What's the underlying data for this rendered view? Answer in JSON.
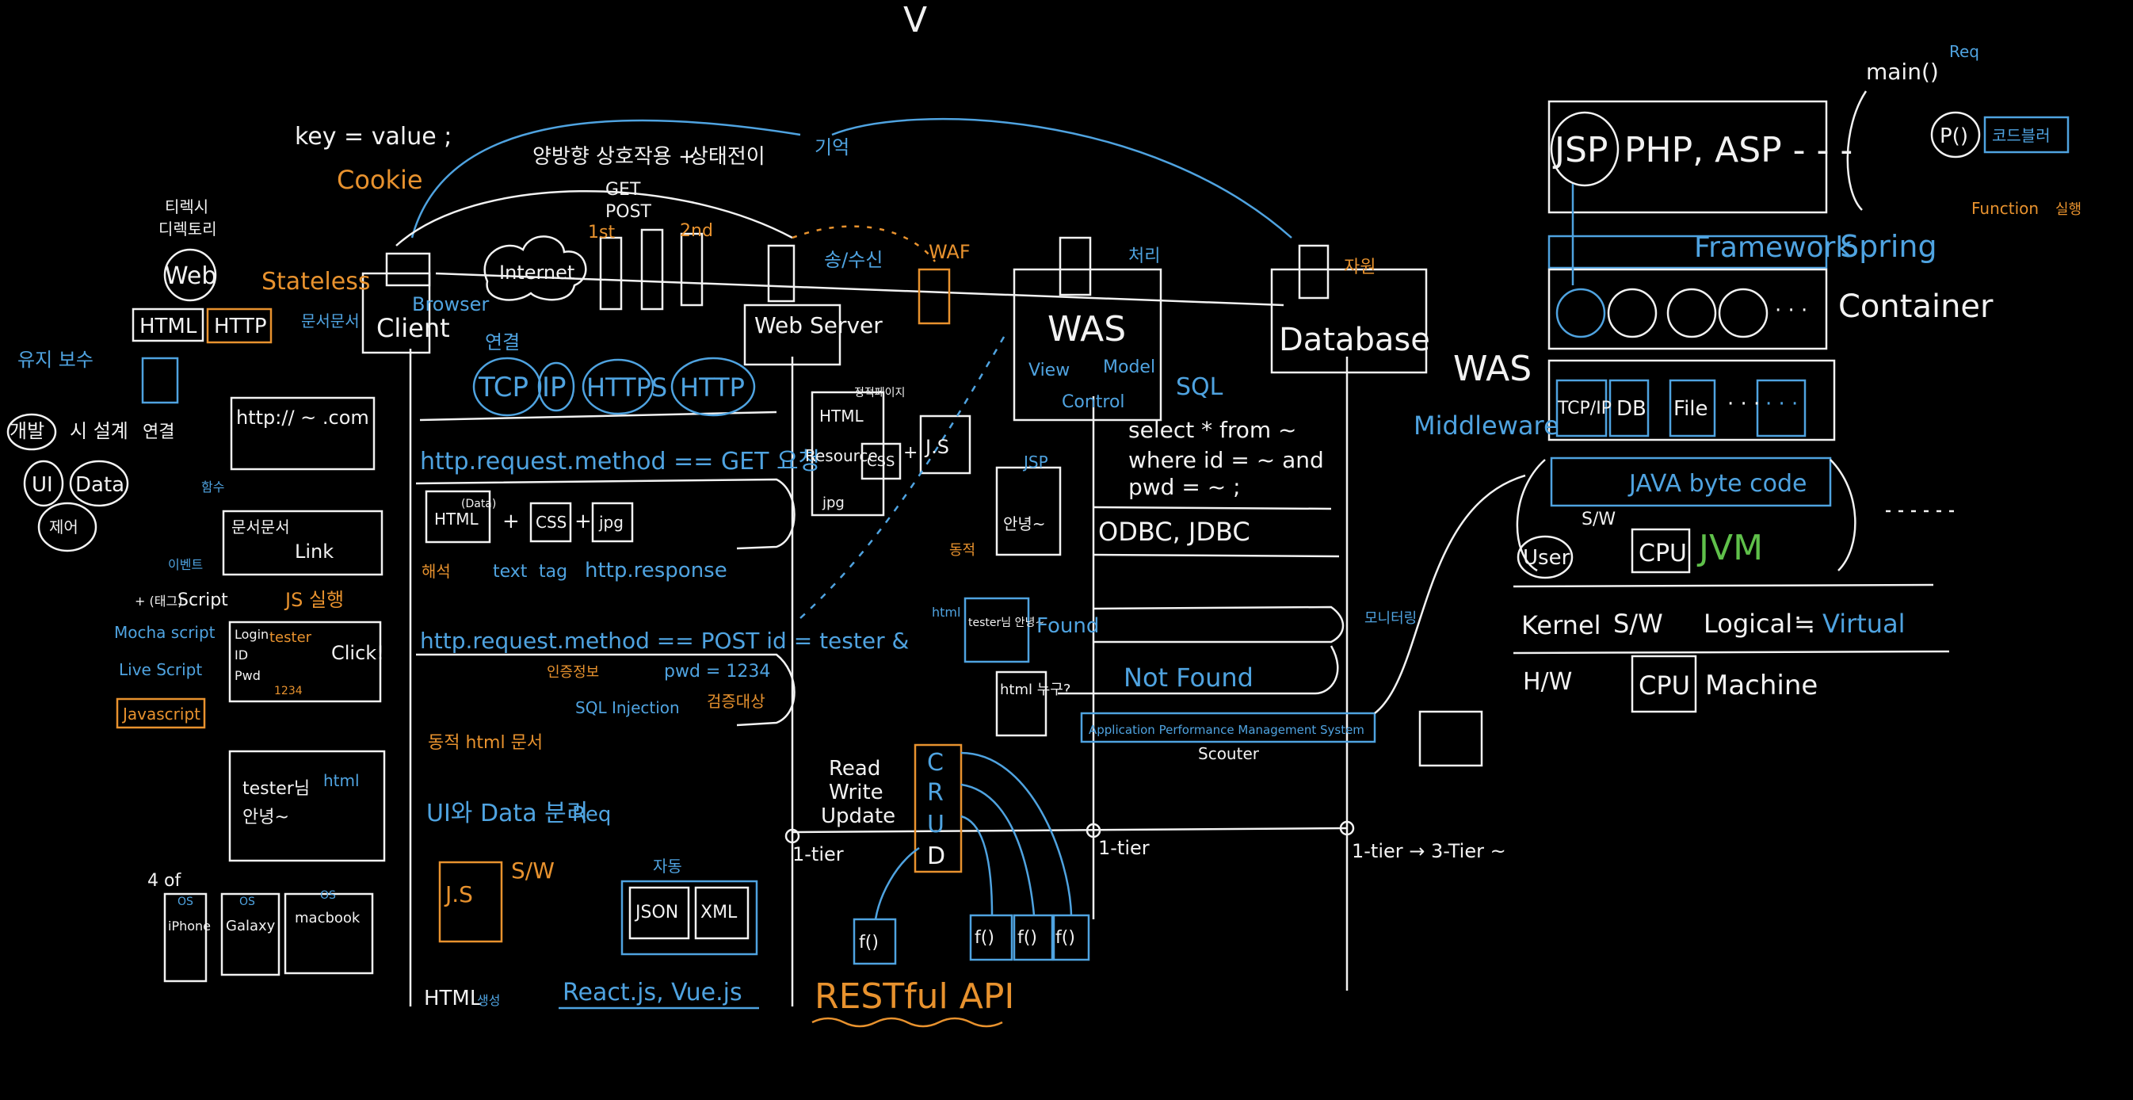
{
  "whiteboard": {
    "top": {
      "keyvalue": "key = value ;",
      "cookie": "Cookie",
      "interaction": "양방향 상호작용 +",
      "state": "상태전이",
      "memory": "기억",
      "get": "GET",
      "post": "POST",
      "first": "1st",
      "second": "2nd",
      "checkmark": "V"
    },
    "left": {
      "dir_top": "티렉시",
      "dir_bottom": "디렉토리",
      "web": "Web",
      "stateless": "Stateless",
      "html": "HTML",
      "http": "HTTP",
      "doc": "문서문서",
      "maint": "유지 보수",
      "dev": "개발",
      "design": "시 설계",
      "link": "연결",
      "ui": "UI",
      "data": "Data",
      "control": "제어",
      "mocha": "Mocha script",
      "live": "Live Script",
      "javascript": "Javascript",
      "script": "Script",
      "plus_tag": "+ (태그)",
      "func": "함수",
      "event": "이벤트"
    },
    "browser": {
      "url": "http:// ~ .com",
      "doc_label": "문서문서",
      "link": "Link",
      "js_exec": "JS 실행",
      "login": "Login",
      "id": "ID",
      "pwd": "Pwd",
      "tester": "tester",
      "click": "Click!",
      "num": "1234",
      "result_top": "tester님",
      "result_bottom": "안녕~",
      "result_tag": "html",
      "counter": "4 of",
      "phone": "iPhone",
      "galaxy": "Galaxy",
      "macbook": "macbook",
      "os_label": "OS",
      "html_label": "HTML",
      "html_badge": "생성"
    },
    "nodes": {
      "client": "Client",
      "browser": "Browser",
      "internet": "Internet",
      "web_server": "Web Server",
      "send_recv": "송/수신",
      "waf": "WAF",
      "was": "WAS",
      "was_tag": "처리",
      "view": "View",
      "model": "Model",
      "control": "Control",
      "database": "Database",
      "db_tag": "자원"
    },
    "protocols": {
      "link": "연결",
      "tcp": "TCP",
      "ip": "IP",
      "https": "HTTPS",
      "http": "HTTP"
    },
    "flows": {
      "get_req": "http.request.method == GET 요청",
      "html_data": "HTML",
      "data_tag": "(Data)",
      "css": "CSS",
      "jpg": "jpg",
      "parse": "해석",
      "text": "text",
      "tag": "tag",
      "response": "http.response",
      "post_req": "http.request.method == POST id = tester &",
      "pwd": "pwd = 1234",
      "sql_injection": "SQL Injection",
      "auth": "인증정보",
      "verify": "검증대상",
      "dyn_html": "동적 html 문서",
      "separation": "UI와 Data 분리",
      "req": "Req",
      "js": "J.S",
      "sw": "S/W",
      "json": "JSON",
      "xml": "XML",
      "async": "자동",
      "react": "React.js, Vue.js",
      "resource": "Resource",
      "html_res": "HTML",
      "static_tag": "정적페이지",
      "css_res": "CSS",
      "jpg_res": "jpg",
      "js_res": "J.S",
      "jsp": "JSP",
      "jsp_text": "안녕~",
      "dynamic": "동적",
      "tester_html": "tester님 안녕~",
      "html_box": "html",
      "html_who": "html 누구?",
      "found": "Found",
      "not_found": "Not Found",
      "apm": "Application Performance Management System",
      "scouter": "Scouter",
      "monitor": "모니터링"
    },
    "db": {
      "sql": "SQL",
      "q1": "select * from ~",
      "q2": "where id = ~ and",
      "q3": "pwd = ~ ;",
      "odbc": "ODBC, JDBC"
    },
    "tiers": {
      "t1": "1-tier",
      "t2": "1-tier",
      "t3": "1-tier → 3-Tier ~"
    },
    "crud": {
      "read": "Read",
      "write": "Write",
      "update": "Update",
      "c": "C",
      "r": "R",
      "u": "U",
      "d": "D",
      "f": "f()",
      "restful": "RESTful API"
    },
    "right": {
      "jsp": "JSP",
      "langs": "PHP, ASP - - -",
      "main": "main()",
      "req": "Req",
      "p": "P()",
      "code": "코드블러",
      "function": "Function",
      "run": "실행",
      "framework": "Framework",
      "spring": "Spring",
      "container": "Container",
      "was": "WAS",
      "middleware": "Middleware",
      "tcpip": "TCP/IP",
      "db": "DB",
      "file": "File",
      "bytecode": "JAVA byte code",
      "sw": "S/W",
      "user": "User",
      "cpu": "CPU",
      "jvm": "JVM",
      "kernel": "Kernel",
      "sw2": "S/W",
      "logical": "Logical",
      "approx": "≒",
      "virtual": "Virtual",
      "hw": "H/W",
      "cpu2": "CPU",
      "machine": "Machine"
    }
  }
}
